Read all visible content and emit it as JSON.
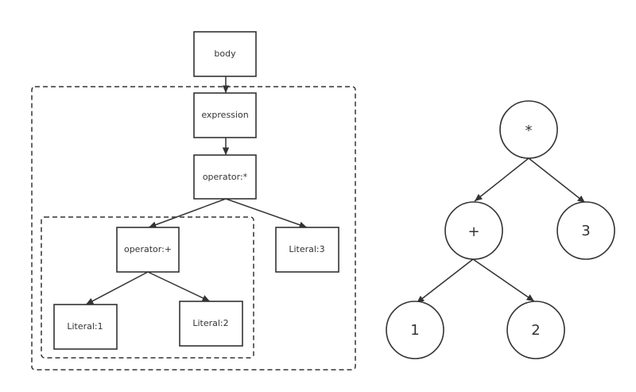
{
  "ast_tree": {
    "nodes": {
      "body": "body",
      "expression": "expression",
      "operator_mul": "operator:*",
      "operator_add": "operator:+",
      "literal_3": "Literal:3",
      "literal_1": "Literal:1",
      "literal_2": "Literal:2"
    }
  },
  "expression_tree": {
    "nodes": {
      "mul": "*",
      "add": "+",
      "three": "3",
      "one": "1",
      "two": "2"
    }
  },
  "colors": {
    "stroke": "#333333",
    "background": "#ffffff"
  }
}
